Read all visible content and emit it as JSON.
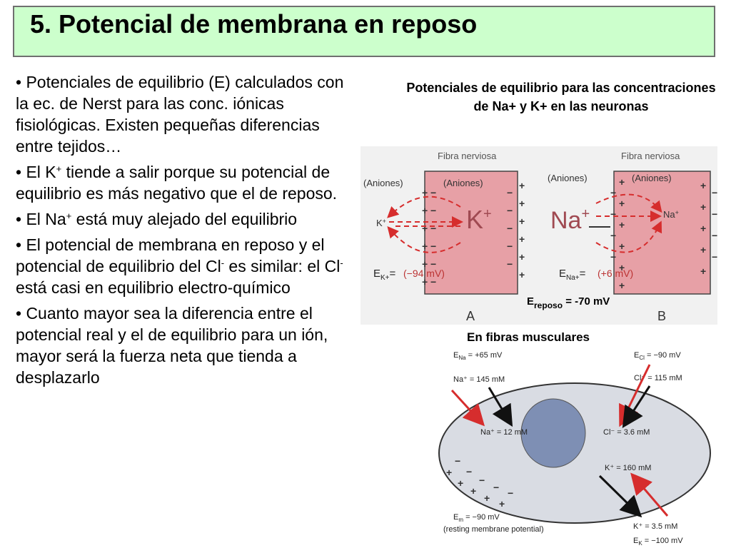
{
  "title": "5. Potencial de membrana en reposo",
  "bullets": {
    "b1": "• Potenciales de equilibrio (E) calculados con la ec. de Nerst para las conc. iónicas fisiológicas. Existen pequeñas diferencias entre tejidos…",
    "b2_pre": "• El K",
    "b2_sup": "+",
    "b2_post": " tiende a salir porque su potencial de equilibrio es más negativo que el de reposo.",
    "b3_pre": "• El Na",
    "b3_sup": "+",
    "b3_post": " está muy alejado del equilibrio",
    "b4_a": "• El potencial de membrana en reposo y el potencial de equilibrio del Cl",
    "b4_sup1": "-",
    "b4_b": " es similar: el Cl",
    "b4_sup2": "-",
    "b4_c": " está casi en equilibrio electro-químico",
    "b5": "• Cuanto mayor sea la diferencia entre el potencial real y el de equilibrio para un ión, mayor será la fuerza neta que tienda a desplazarlo"
  },
  "right_caption": "Potenciales de equilibrio para las concentraciones de Na+ y K+ en las neuronas",
  "figure_a": {
    "fiber_label": "Fibra nerviosa",
    "aniones": "(Aniones)",
    "k_big": "K",
    "k_small": "K",
    "na_big": "Na",
    "na_small": "Na",
    "plus": "+",
    "minus": "−",
    "ek_label": "E",
    "ek_sub": "K+",
    "ek_value": "(−94 mV)",
    "ena_label": "E",
    "ena_sub": "Na+",
    "ena_value": "(+6 mV)",
    "equals": "=",
    "panel_a": "A",
    "panel_b": "B"
  },
  "ereposo": {
    "label": "E",
    "sub": "reposo",
    "value": " = -70 mV"
  },
  "muscle_caption": "En fibras musculares",
  "figure_b": {
    "ena": "E",
    "ena_sub": "Na",
    "ena_val": " = +65 mV",
    "na_out": "Na⁺ = 145 mM",
    "na_in": "Na⁺ = 12 mM",
    "ecl": "E",
    "ecl_sub": "Cl",
    "ecl_val": " = −90 mV",
    "cl_out": "Cl⁻ = 115 mM",
    "cl_in": "Cl⁻ = 3.6 mM",
    "k_in": "K⁺ = 160 mM",
    "k_out": "K⁺ = 3.5 mM",
    "ek": "E",
    "ek_sub": "K",
    "ek_val": " = −100 mV",
    "em": "E",
    "em_sub": "m",
    "em_val": " = −90 mV",
    "resting": "(resting membrane potential)"
  },
  "colors": {
    "title_bg": "#ccffcc",
    "membrane_fill": "#e7a0a6",
    "membrane_stroke": "#444444",
    "arrow_red": "#d62d2d",
    "cell_fill": "#d9dce3",
    "nucleus_fill": "#7e8fb4"
  }
}
